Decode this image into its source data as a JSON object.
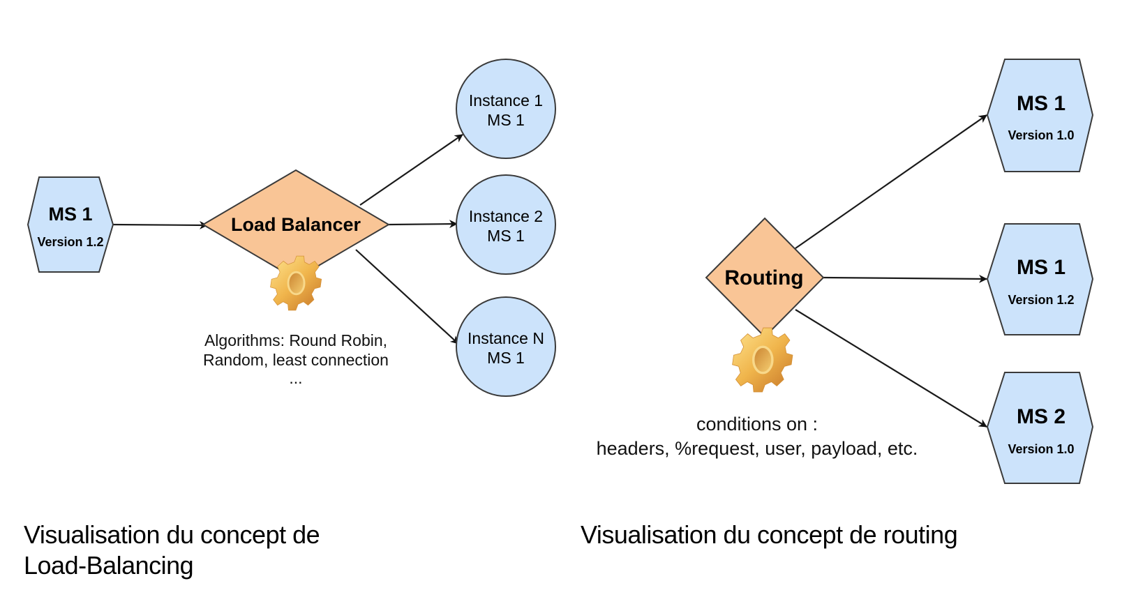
{
  "load_balancing": {
    "source": {
      "title": "MS 1",
      "version": "Version 1.2"
    },
    "balancer": {
      "label": "Load Balancer",
      "icon": "gear-icon"
    },
    "instances": [
      {
        "line1": "Instance 1",
        "line2": "MS 1"
      },
      {
        "line1": "Instance 2",
        "line2": "MS 1"
      },
      {
        "line1": "Instance N",
        "line2": "MS 1"
      }
    ],
    "note": [
      "Algorithms: Round Robin,",
      "Random, least connection",
      "..."
    ],
    "caption": [
      "Visualisation du concept de",
      "Load-Balancing"
    ]
  },
  "routing": {
    "router": {
      "label": "Routing",
      "icon": "gear-icon"
    },
    "targets": [
      {
        "title": "MS 1",
        "version": "Version 1.0"
      },
      {
        "title": "MS 1",
        "version": "Version 1.2"
      },
      {
        "title": "MS 2",
        "version": "Version 1.0"
      }
    ],
    "note": [
      "conditions on :",
      "headers, %request, user, payload, etc."
    ],
    "caption": [
      "Visualisation du concept de routing"
    ]
  },
  "colors": {
    "service_fill": "#cce3fb",
    "decision_fill": "#f9c596",
    "stroke": "#3a3a3a",
    "gear": "#e9b14a"
  }
}
